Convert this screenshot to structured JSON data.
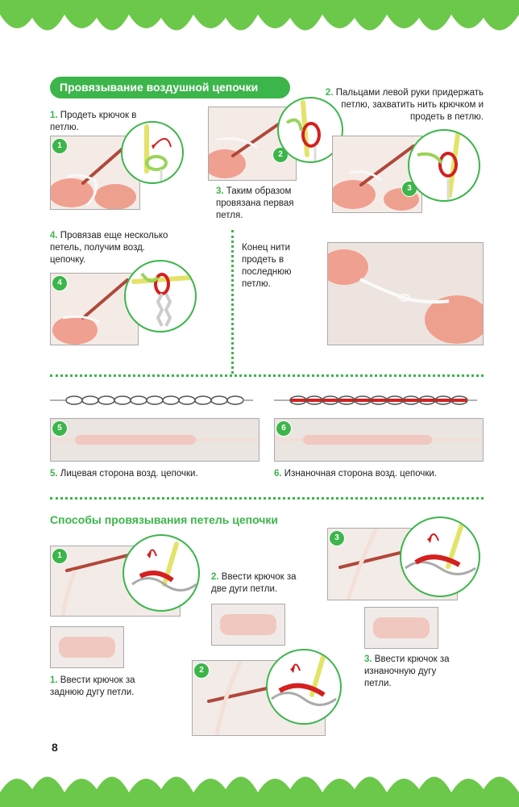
{
  "page_number": "8",
  "section1": {
    "title": "Провязывание воздушной цепочки",
    "step1_num": "1.",
    "step1_text": "Продеть крючок в петлю.",
    "step2_num": "2.",
    "step2_text": "Пальцами левой руки придержать петлю, захватить нить крючком и продеть в петлю.",
    "step3_num": "3.",
    "step3_text": "Таким образом провязана первая петля.",
    "step4_num": "4.",
    "step4_text": "Провязав еще несколько петель, получим возд. цепочку.",
    "end_text": "Конец нити продеть в последнюю петлю.",
    "step5_num": "5.",
    "step5_text": "Лицевая сторона возд. цепочки.",
    "step6_num": "6.",
    "step6_text": "Изнаночная сторона возд. цепочки."
  },
  "section2": {
    "title": "Способы провязывания петель цепочки",
    "m1_num": "1.",
    "m1_text": "Ввести крючок за заднюю дугу петли.",
    "m2_num": "2.",
    "m2_text": "Ввести крючок за две дуги петли.",
    "m3_num": "3.",
    "m3_text": "Ввести крючок за изнаночную дугу петли."
  },
  "badges": {
    "b1": "1",
    "b2": "2",
    "b3": "3",
    "b4": "4",
    "b5": "5",
    "b6": "6"
  },
  "colors": {
    "accent": "#3cb54a",
    "lace": "#6cc84a",
    "thread_red": "#d42020",
    "hook_yellow": "#e3e36a"
  }
}
